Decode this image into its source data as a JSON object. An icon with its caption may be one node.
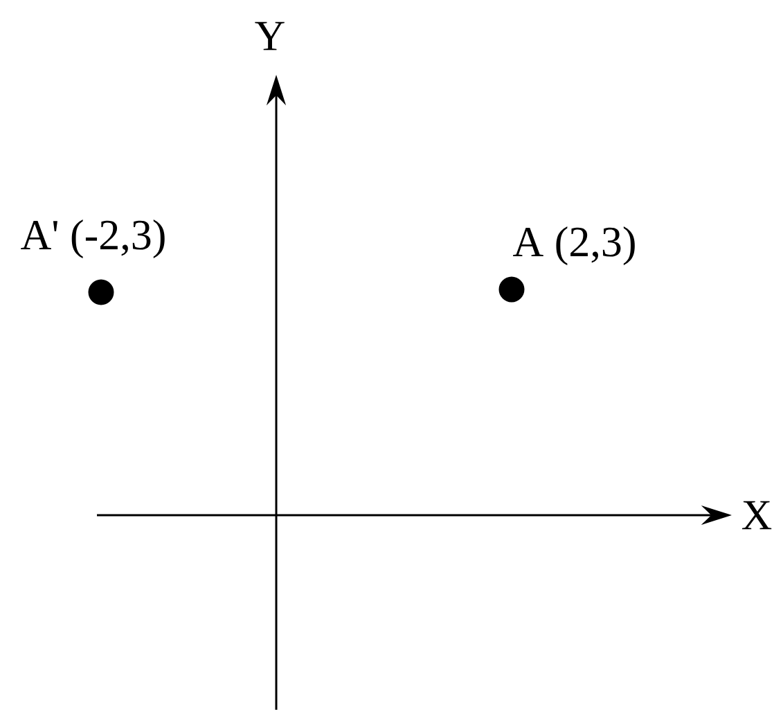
{
  "diagram": {
    "nodes": [
      {
        "text": [],
        "shape": "circle",
        "beside": [
          "A' (-2,3)"
        ]
      },
      {
        "text": [],
        "shape": "circle",
        "beside": [
          "A (2,3)"
        ]
      }
    ],
    "labels": [
      "Y",
      "X"
    ]
  }
}
